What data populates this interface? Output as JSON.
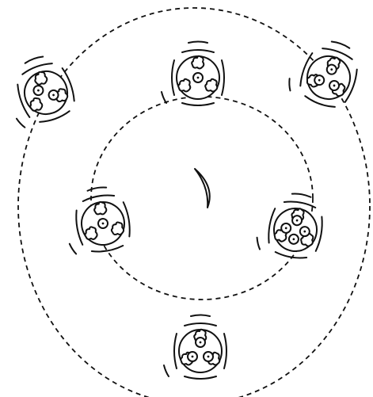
{
  "diagram": {
    "orbits": [
      "outer-orbit",
      "inner-orbit"
    ],
    "center_mark": "crescent-arc",
    "stroke_color": "#111111",
    "background_color": "#ffffff",
    "clusters": [
      {
        "name": "cluster-top-left",
        "orbit": "outer",
        "inner_circles": 2,
        "lobed_shapes": 3
      },
      {
        "name": "cluster-top-center",
        "orbit": "inner",
        "inner_circles": 1,
        "lobed_shapes": 3
      },
      {
        "name": "cluster-top-right",
        "orbit": "outer",
        "inner_circles": 3,
        "lobed_shapes": 3
      },
      {
        "name": "cluster-left",
        "orbit": "inner",
        "inner_circles": 1,
        "lobed_shapes": 3
      },
      {
        "name": "cluster-right",
        "orbit": "inner",
        "inner_circles": 4,
        "lobed_shapes": 3
      },
      {
        "name": "cluster-bottom",
        "orbit": "outer",
        "inner_circles": 3,
        "lobed_shapes": 3
      }
    ]
  }
}
